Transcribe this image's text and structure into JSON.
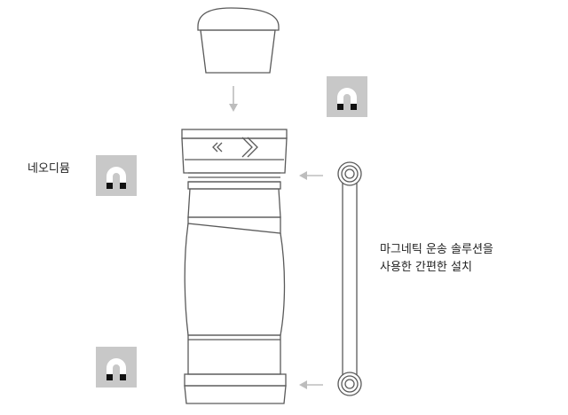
{
  "labels": {
    "neodymium": "네오디뮴",
    "solution_line1": "마그네틱 운송 솔루션을",
    "solution_line2": "사용한 간편한 설치"
  },
  "colors": {
    "outline": "#5a5a5a",
    "magnet_tile_bg": "#c8c8c8",
    "magnet_arc": "#ffffff",
    "magnet_pole": "#111111",
    "arrow": "#bdbdbd",
    "text": "#222222"
  },
  "icons": {
    "magnet": "horseshoe-magnet-icon",
    "double_chevron": "double-chevron-right-icon"
  }
}
